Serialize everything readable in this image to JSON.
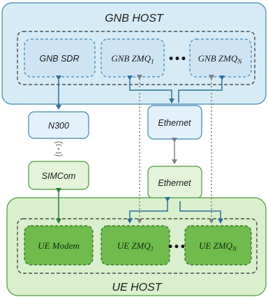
{
  "gnb_host": {
    "title": "GNB HOST",
    "sdr_label": "GNB SDR",
    "zmq_first_base": "GNB ZMQ",
    "zmq_first_sub": "1",
    "zmq_last_base": "GNB ZMQ",
    "zmq_last_sub": "N",
    "ellipsis": "•••"
  },
  "ue_host": {
    "title": "UE HOST",
    "modem_label": "UE Modem",
    "zmq_first_base": "UE ZMQ",
    "zmq_first_sub": "1",
    "zmq_last_base": "UE ZMQ",
    "zmq_last_sub": "N",
    "ellipsis": "•••"
  },
  "n300": {
    "label": "N300"
  },
  "simcom": {
    "label": "SIMCom"
  },
  "ethernet_gnb": {
    "label": "Ethernet"
  },
  "ethernet_ue": {
    "label": "Ethernet"
  },
  "colors": {
    "gnb_host_fill": "#d6ebf5",
    "gnb_box_fill": "#cfe4f3",
    "gnb_stroke": "#3f86b3",
    "ue_host_fill": "#d9efcd",
    "ue_box_fill": "#6fbb4b",
    "ue_stroke": "#4e9a3a",
    "link_blue": "#2f6fa0",
    "link_green": "#2e7d32",
    "link_gray": "#7f7f7f"
  },
  "icons": {
    "wireless": "wireless-waves-icon"
  }
}
